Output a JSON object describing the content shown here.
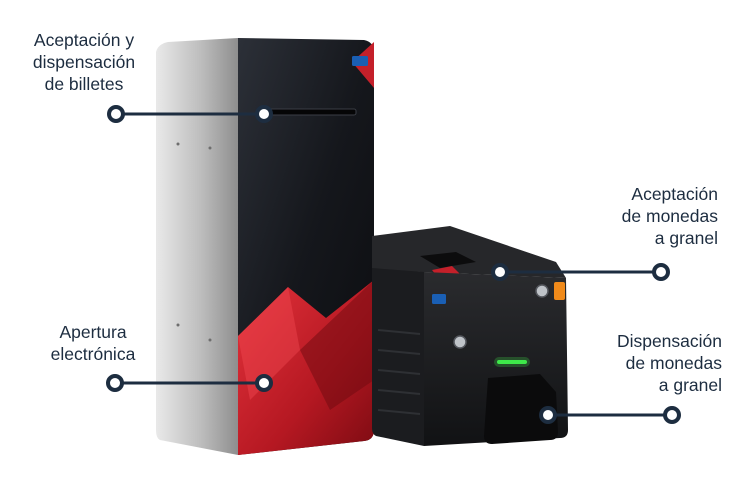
{
  "labels": {
    "billetes": [
      "Aceptación y",
      "dispensación",
      "de billetes"
    ],
    "apertura": [
      "Apertura",
      "electrónica"
    ],
    "aceptacion_monedas": [
      "Aceptación",
      "de monedas",
      "a granel"
    ],
    "dispensacion_monedas": [
      "Dispensación",
      "de monedas",
      "a granel"
    ]
  },
  "colors": {
    "callout_line": "#1d2d40",
    "accent_red": "#c4202a",
    "indicator_green": "#3ee84a",
    "indicator_orange": "#f08a1a"
  }
}
